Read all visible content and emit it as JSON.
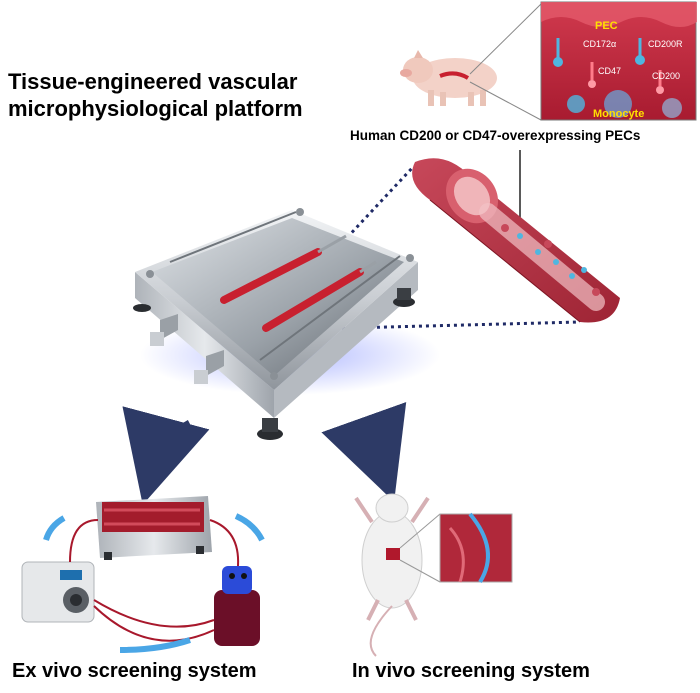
{
  "title_lines": [
    "Tissue-engineered vascular",
    "microphysiological platform"
  ],
  "inset": {
    "pec_label": "PEC",
    "monocyte_label": "Monocyte",
    "molecules": [
      "CD172α",
      "CD200R",
      "CD47",
      "CD200"
    ]
  },
  "vessel_caption": "Human CD200 or CD47-overexpressing PECs",
  "bottom_left_caption": "Ex vivo screening system",
  "bottom_right_caption": "In vivo screening system",
  "colors": {
    "inset_bg": "#c0233a",
    "label_yellow": "#ffe000",
    "receptor_blue": "#4fb6e0",
    "vessel_red": "#b8303f",
    "arrow_navy": "#2d3a66",
    "flow_blue": "#4aa6e6"
  },
  "icons": [
    "pig-icon",
    "mouse-icon",
    "peristaltic-pump-icon",
    "reservoir-bottle-icon"
  ]
}
